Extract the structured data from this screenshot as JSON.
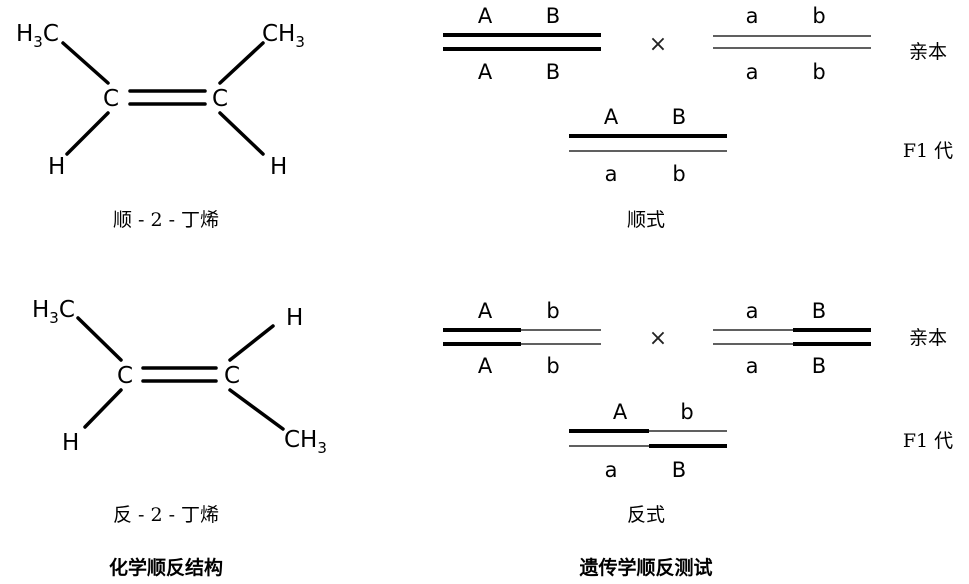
{
  "chemistry": {
    "cis": {
      "tl_main": "H",
      "tl_sub": "3",
      "tl_tail": "C",
      "tr_main": "CH",
      "tr_sub": "3",
      "c_left": "C",
      "c_right": "C",
      "bl": "H",
      "br": "H",
      "caption": "顺 - 2 - 丁烯"
    },
    "trans": {
      "tl_main": "H",
      "tl_sub": "3",
      "tl_tail": "C",
      "tr": "H",
      "c_left": "C",
      "c_right": "C",
      "bl": "H",
      "br_main": "CH",
      "br_sub": "3",
      "caption": "反 - 2 - 丁烯"
    },
    "section_title": "化学顺反结构"
  },
  "genetics": {
    "cis_parents": {
      "left_top": [
        "A",
        "B"
      ],
      "left_bottom": [
        "A",
        "B"
      ],
      "cross": "×",
      "right_top": [
        "a",
        "b"
      ],
      "right_bottom": [
        "a",
        "b"
      ],
      "label": "亲本"
    },
    "cis_f1": {
      "top": [
        "A",
        "B"
      ],
      "bottom": [
        "a",
        "b"
      ],
      "label": "F1 代",
      "caption": "顺式"
    },
    "trans_parents": {
      "left_top": [
        "A",
        "b"
      ],
      "left_bottom": [
        "A",
        "b"
      ],
      "cross": "×",
      "right_top": [
        "a",
        "B"
      ],
      "right_bottom": [
        "a",
        "B"
      ],
      "label": "亲本"
    },
    "trans_f1": {
      "top": [
        "A",
        "b"
      ],
      "bottom": [
        "a",
        "B"
      ],
      "label": "F1 代",
      "caption": "反式"
    },
    "section_title": "遗传学顺反测试"
  }
}
